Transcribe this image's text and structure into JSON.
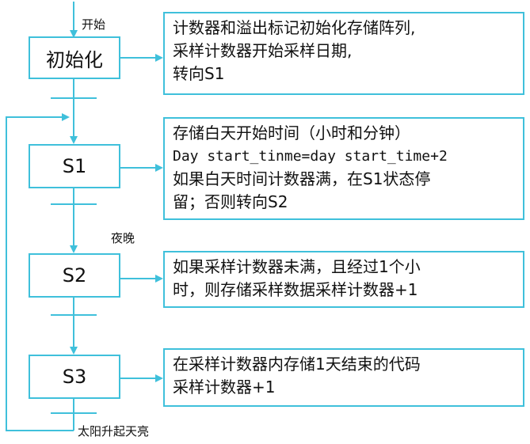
{
  "flow": {
    "start_label": "开始",
    "night_label": "夜晚",
    "sunrise_label": "太阳升起天亮"
  },
  "steps": [
    {
      "name": "初始化",
      "note": [
        "计数器和溢出标记初始化存储阵列,",
        "采样计数器开始采样日期,",
        "转向S1"
      ]
    },
    {
      "name": "S1",
      "note": [
        "存储白天开始时间（小时和分钟）",
        "Day start_tinme=day start_time+2",
        "如果白天时间计数器满，在S1状态停",
        "留；否则转向S2"
      ]
    },
    {
      "name": "S2",
      "note": [
        "如果采样计数器未满，且经过1个小",
        "时，则存储采样数据采样计数器+1"
      ]
    },
    {
      "name": "S3",
      "note": [
        "在采样计数器内存储1天结束的代码",
        "采样计数器+1"
      ]
    }
  ],
  "colors": {
    "line": "#3fc0db",
    "text": "#111111"
  }
}
